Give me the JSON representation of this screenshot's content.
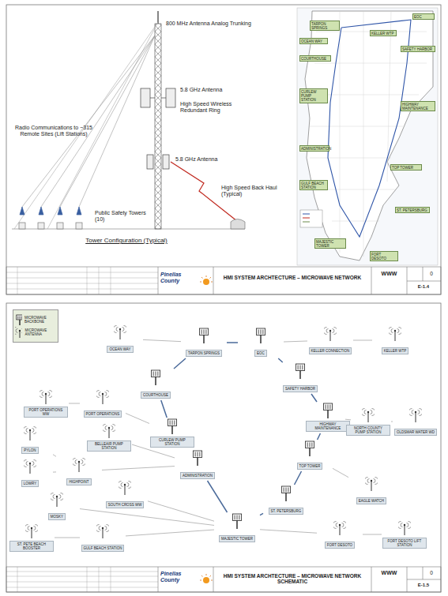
{
  "diagram": {
    "nodes": [
      {
        "text": [
          "OCEAN WAY"
        ]
      },
      {
        "text": [
          "TARPON SPRINGS"
        ]
      },
      {
        "text": [
          "EOC"
        ]
      },
      {
        "text": [
          "KELLER CONNECTION"
        ]
      },
      {
        "text": [
          "KELLER WTP"
        ]
      },
      {
        "text": [
          "COURTHOUSE"
        ]
      },
      {
        "text": [
          "SAFETY HARBOR"
        ]
      },
      {
        "text": [
          "PORT OPERATIONS WW"
        ]
      },
      {
        "text": [
          "PORT OPERATIONS"
        ]
      },
      {
        "text": [
          "CURLEW PUMP STATION"
        ]
      },
      {
        "text": [
          "HIGHWAY MAINTENANCE"
        ]
      },
      {
        "text": [
          "NORTH COUNTY PUMP STATION"
        ]
      },
      {
        "text": [
          "OLDSMAR WATER WD"
        ]
      },
      {
        "text": [
          "PYLON"
        ]
      },
      {
        "text": [
          "BELLEAIR PUMP STATION"
        ]
      },
      {
        "text": [
          "HIGHPOINT"
        ]
      },
      {
        "text": [
          "LOWRY"
        ]
      },
      {
        "text": [
          "ADMINISTRATION"
        ]
      },
      {
        "text": [
          "TOP TOWER"
        ]
      },
      {
        "text": [
          "EAGLE WATCH"
        ]
      },
      {
        "text": [
          "MOSKY"
        ]
      },
      {
        "text": [
          "SOUTH CROSS WW"
        ]
      },
      {
        "text": [
          "ST. PETERSBURG"
        ]
      },
      {
        "text": [
          "ST. PETE BEACH BOOSTER"
        ]
      },
      {
        "text": [
          "GULF BEACH STATION"
        ]
      },
      {
        "text": [
          "MAJESTIC TOWER"
        ]
      },
      {
        "text": [
          "FORT DESOTO"
        ]
      },
      {
        "text": [
          "FORT DESOTO LIFT STATION"
        ]
      }
    ],
    "edges": [
      {
        "from": 1,
        "to": 2,
        "arrow": "none"
      },
      {
        "from": 2,
        "to": 6,
        "arrow": "none"
      },
      {
        "from": 6,
        "to": 10,
        "arrow": "none"
      },
      {
        "from": 10,
        "to": 18,
        "arrow": "none"
      },
      {
        "from": 18,
        "to": 22,
        "arrow": "none"
      },
      {
        "from": 22,
        "to": 25,
        "arrow": "none"
      },
      {
        "from": 25,
        "to": 17,
        "arrow": "none"
      },
      {
        "from": 17,
        "to": 9,
        "arrow": "none"
      },
      {
        "from": 9,
        "to": 5,
        "arrow": "none"
      },
      {
        "from": 5,
        "to": 1,
        "arrow": "none"
      },
      {
        "from": 0,
        "to": 1,
        "arrow": "none"
      },
      {
        "from": 2,
        "to": 3,
        "arrow": "none"
      },
      {
        "from": 3,
        "to": 4,
        "arrow": "none"
      },
      {
        "from": 10,
        "to": 11,
        "arrow": "none"
      },
      {
        "from": 11,
        "to": 12,
        "arrow": "none"
      },
      {
        "from": 18,
        "to": 19,
        "arrow": "none"
      },
      {
        "from": 25,
        "to": 26,
        "arrow": "none"
      },
      {
        "from": 26,
        "to": 27,
        "arrow": "none"
      },
      {
        "from": 23,
        "to": 24,
        "arrow": "none"
      },
      {
        "from": 24,
        "to": 25,
        "arrow": "none"
      },
      {
        "from": 7,
        "to": 8,
        "arrow": "none"
      },
      {
        "from": 8,
        "to": 9,
        "arrow": "none"
      },
      {
        "from": 14,
        "to": 17,
        "arrow": "none"
      },
      {
        "from": 15,
        "to": 17,
        "arrow": "none"
      },
      {
        "from": 15,
        "to": 13,
        "arrow": "none"
      },
      {
        "from": 15,
        "to": 16,
        "arrow": "none"
      },
      {
        "from": 20,
        "to": 25,
        "arrow": "none"
      },
      {
        "from": 21,
        "to": 25,
        "arrow": "none"
      }
    ],
    "labels": [
      "800 MHz Antenna Analog Trunking",
      "5.8 GHz Antenna",
      "High Speed Wireless Redundant Ring",
      "5.8 GHz Antenna",
      "High Speed Back Haul (Typical)",
      "Radio Communications to ~315 Remote Sites (Lift Stations)",
      "Public Safety Towers (10)",
      "Tower Configuration (Typical)",
      "TARPON SPRINGS",
      "EOC",
      "SAFETY HARBOR",
      "COURTHOUSE",
      "HIGHWAY MAINTENANCE",
      "CURLEW PUMP STATION",
      "TOP TOWER",
      "ADMINISTRATION",
      "ST. PETERSBURG",
      "MAJESTIC TOWER",
      "KELLER WTP",
      "OCEAN WAY",
      "FORT DESOTO",
      "GULF BEACH STATION",
      "Pinellas County",
      "HMI SYSTEM ARCHTECTURE – MICROWAVE NETWORK",
      "WWW",
      "0",
      "E-1.4",
      "Pinellas County",
      "HMI SYSTEM ARCHTECTURE – MICROWAVE NETWORK SCHEMATIC",
      "WWW",
      "0",
      "E-1.5"
    ],
    "legend": [
      {
        "text": "MICROWAVE BACKBONE"
      },
      {
        "text": "MICROWAVE ANTENNA"
      }
    ]
  }
}
